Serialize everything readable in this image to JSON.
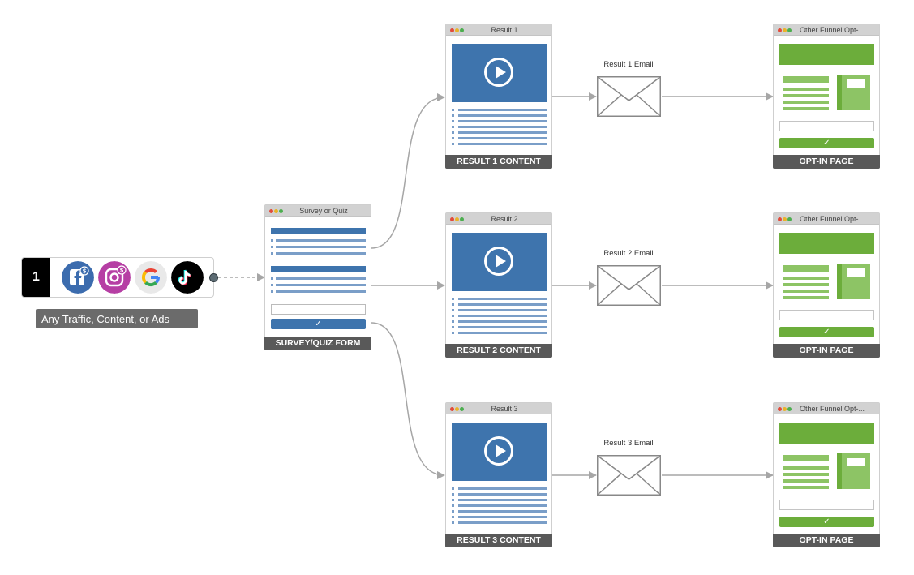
{
  "colors": {
    "survey_blue": "#3e74ad",
    "optin_green": "#6cad3b",
    "footer_gray": "#595959",
    "connector_gray": "#a6a6a6"
  },
  "traffic": {
    "step_number": "1",
    "caption": "Any Traffic, Content, or Ads",
    "icons": [
      "facebook-ads-icon",
      "instagram-ads-icon",
      "google-icon",
      "tiktok-icon"
    ]
  },
  "survey": {
    "title": "Survey or Quiz",
    "footer": "SURVEY/QUIZ FORM",
    "submit_icon": "✓"
  },
  "results": [
    {
      "title": "Result 1",
      "footer": "RESULT 1 CONTENT",
      "email_label": "Result 1 Email"
    },
    {
      "title": "Result 2",
      "footer": "RESULT 2 CONTENT",
      "email_label": "Result 2 Email"
    },
    {
      "title": "Result 3",
      "footer": "RESULT 3 CONTENT",
      "email_label": "Result 3 Email"
    }
  ],
  "optins": [
    {
      "title": "Other Funnel Opt-...",
      "footer": "OPT-IN PAGE",
      "submit_icon": "✓"
    },
    {
      "title": "Other Funnel Opt-...",
      "footer": "OPT-IN PAGE",
      "submit_icon": "✓"
    },
    {
      "title": "Other Funnel Opt-...",
      "footer": "OPT-IN PAGE",
      "submit_icon": "✓"
    }
  ]
}
